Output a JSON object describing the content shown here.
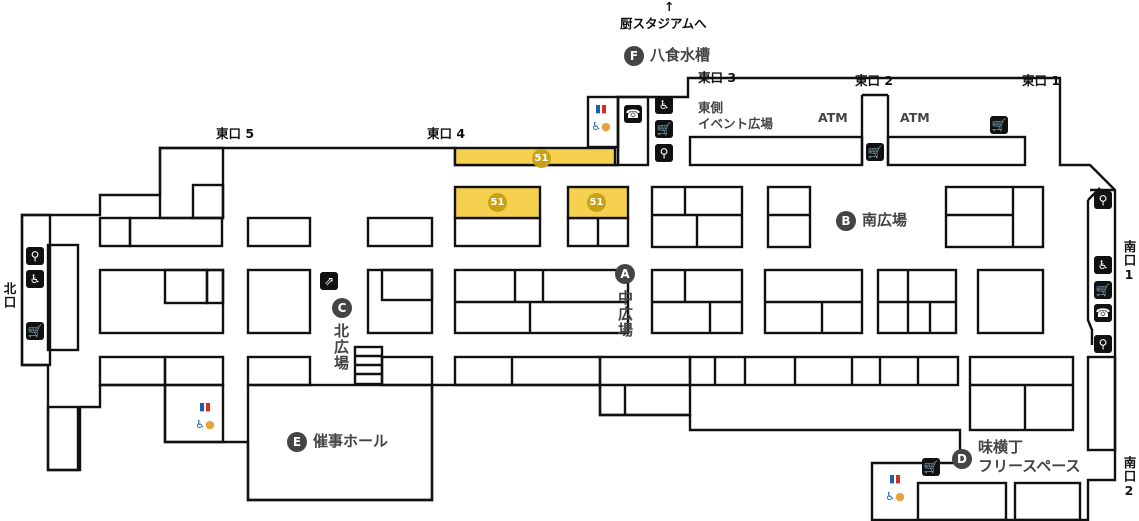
{
  "exits": {
    "east1": "東口 1",
    "east2": "東口 2",
    "east3": "東口 3",
    "east4": "東口 4",
    "east5": "東口 5",
    "north": "北口",
    "south1": "南口1",
    "south2": "南口2"
  },
  "stadium": {
    "arrow": "↑",
    "label": "厨スタジアムへ"
  },
  "areas": {
    "A": {
      "letter": "A",
      "name": "中広場"
    },
    "B": {
      "letter": "B",
      "name": "南広場"
    },
    "C": {
      "letter": "C",
      "name": "北広場"
    },
    "D": {
      "letter": "D",
      "line1": "味横丁",
      "line2": "フリースペース"
    },
    "E": {
      "letter": "E",
      "name": "催事ホール"
    },
    "F": {
      "letter": "F",
      "name": "八食水槽"
    }
  },
  "east_event": {
    "line1": "東側",
    "line2": "イベント広場"
  },
  "atm_labels": [
    "ATM",
    "ATM"
  ],
  "highlight_number": "51",
  "colors": {
    "highlight": "#f5d14f",
    "badge_number": "#c9a115",
    "marker": "#444444",
    "walls": "#111111"
  },
  "icons": [
    "search-icon",
    "accessible-icon",
    "cart-icon",
    "phone-icon",
    "escalator-icon",
    "restroom-icon"
  ]
}
